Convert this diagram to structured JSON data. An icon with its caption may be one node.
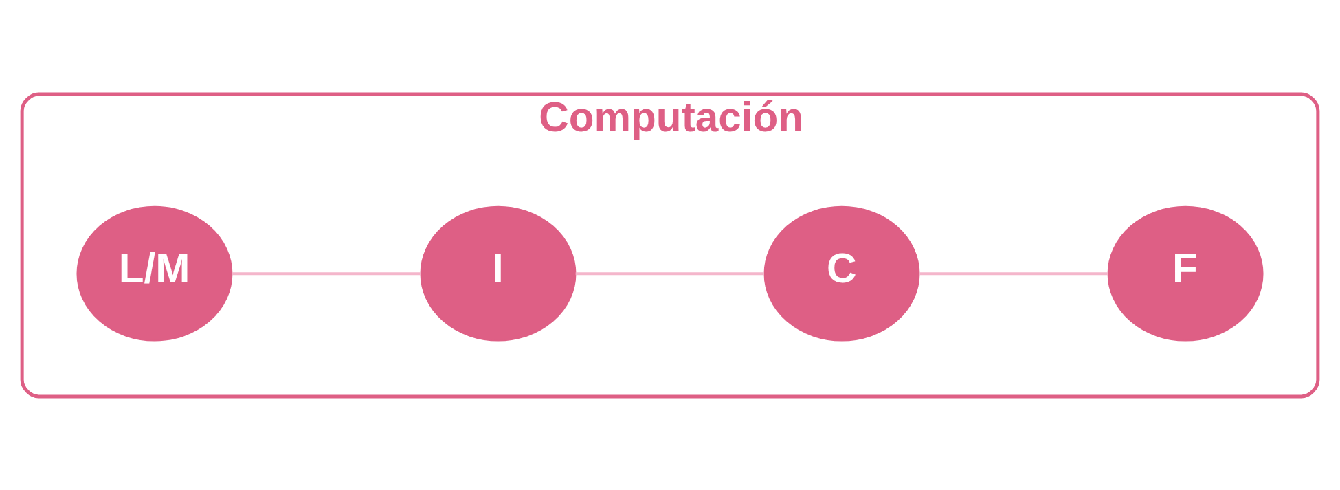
{
  "diagram": {
    "nodes": [
      {
        "text": [
          "Computación"
        ]
      },
      {
        "text": [
          "L/M"
        ],
        "in": 0
      },
      {
        "text": [
          "I"
        ],
        "in": 0
      },
      {
        "text": [
          "C"
        ],
        "in": 0
      },
      {
        "text": [
          "F"
        ],
        "in": 0
      }
    ],
    "edges": [
      {
        "from": 1,
        "to": 2,
        "arrow": "none"
      },
      {
        "from": 2,
        "to": 3,
        "arrow": "none"
      },
      {
        "from": 3,
        "to": 4,
        "arrow": "none"
      }
    ]
  }
}
